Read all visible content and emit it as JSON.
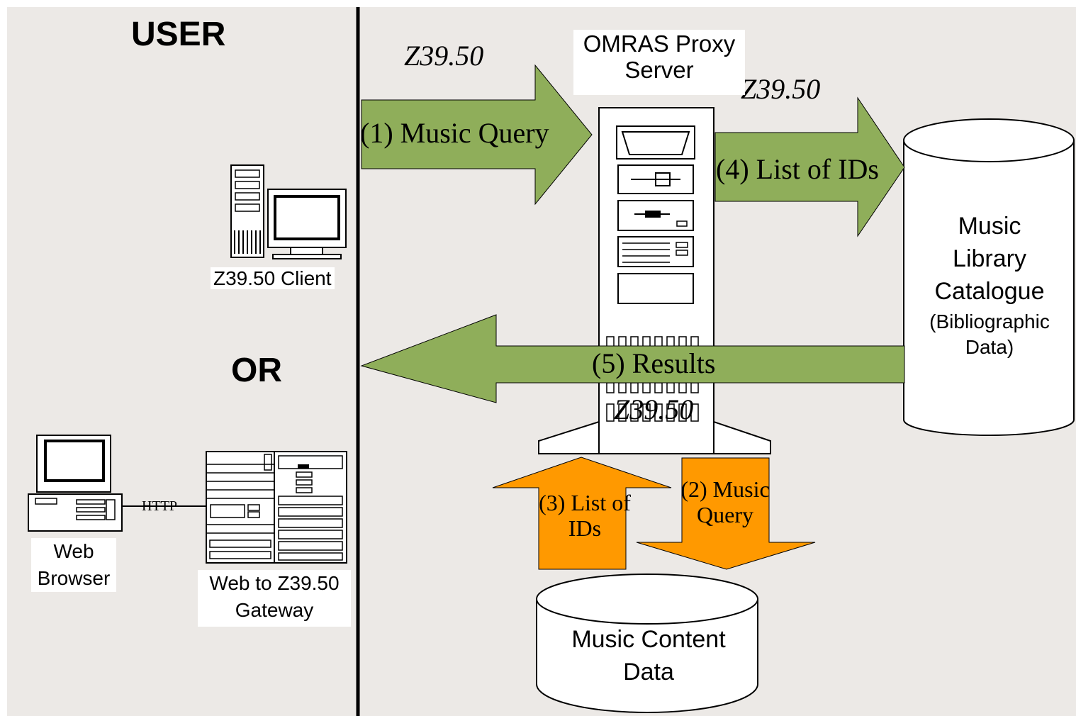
{
  "sections": {
    "user": "USER",
    "or": "OR"
  },
  "proxy_server": {
    "line1": "OMRAS Proxy",
    "line2": "Server"
  },
  "protocol": {
    "top_left": "Z39.50",
    "top_right": "Z39.50",
    "middle": "Z39.50"
  },
  "arrows": {
    "music_query": "(1) Music Query",
    "list_of_ids_right": "(4) List of IDs",
    "results": "(5) Results",
    "list_of_ids_up_line1": "(3) List of",
    "list_of_ids_up_line2": "IDs",
    "music_query_down_line1": "(2) Music",
    "music_query_down_line2": "Query"
  },
  "clients": {
    "z3950_client": "Z39.50 Client",
    "web_browser_line1": "Web",
    "web_browser_line2": "Browser",
    "gateway_line1": "Web to Z39.50",
    "gateway_line2": "Gateway",
    "http": "HTTP"
  },
  "catalogue": {
    "line1": "Music",
    "line2": "Library",
    "line3": "Catalogue",
    "line4": "(Bibliographic",
    "line5": "Data)"
  },
  "content_db": {
    "line1": "Music Content",
    "line2": "Data"
  },
  "colors": {
    "background_panel": "#ece9e6",
    "green_arrow": "#8fae5a",
    "orange_arrow": "#ff9900",
    "stroke": "#000000"
  }
}
